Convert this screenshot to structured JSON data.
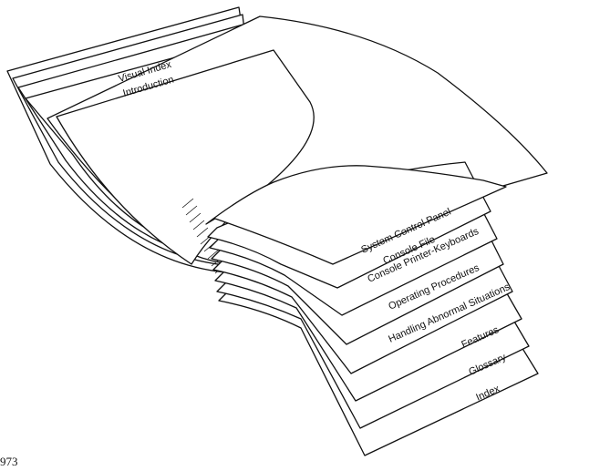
{
  "figure_number": "973",
  "front_tabs": [
    "Visual Index",
    "Introduction"
  ],
  "section_tabs": [
    "System Control Panel",
    "Console File",
    "Console Printer-Keyboards",
    "Operating Procedures",
    "Handling Abnormal Situations",
    "Features",
    "Glossary",
    "Index"
  ],
  "colors": {
    "ink": "#111111",
    "paper": "#ffffff"
  }
}
